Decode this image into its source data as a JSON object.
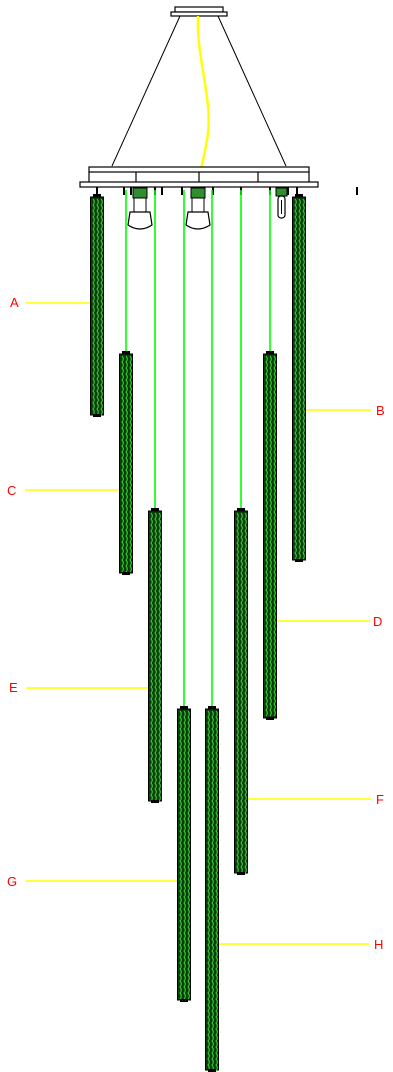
{
  "colors": {
    "frame": "#000000",
    "cable": "#ffff00",
    "suspension": "#00ff00",
    "leader": "#ffff00",
    "label": "#ff0000",
    "tube_outline": "#000000",
    "tube_fill": "#0a3d0a"
  },
  "labels": {
    "A": "A",
    "B": "B",
    "C": "C",
    "D": "D",
    "E": "E",
    "F": "F",
    "G": "G",
    "H": "H"
  }
}
